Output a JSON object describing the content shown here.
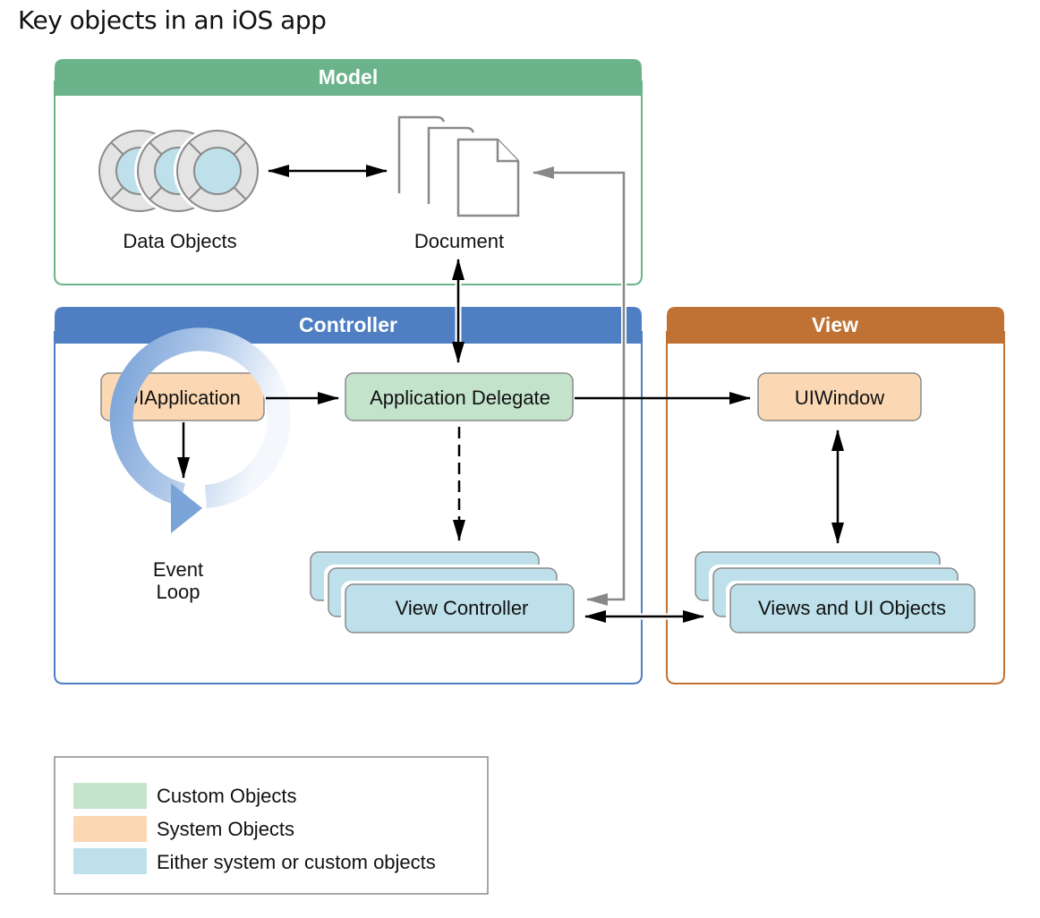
{
  "title": "Key objects in an iOS app",
  "colors": {
    "model": "#6bb38a",
    "controller": "#4f7fc2",
    "view": "#bf7233",
    "custom": "#c3e3cb",
    "system": "#fbd8b3",
    "either": "#bde0ea",
    "arrow": "#000000",
    "secondary_arrow": "#888888"
  },
  "groups": {
    "model": {
      "label": "Model"
    },
    "controller": {
      "label": "Controller"
    },
    "view": {
      "label": "View"
    }
  },
  "nodes": {
    "data_objects": {
      "label": "Data Objects",
      "kind": "icon"
    },
    "document": {
      "label": "Document",
      "kind": "icon"
    },
    "ui_application": {
      "label": "UIApplication",
      "kind": "system"
    },
    "application_delegate": {
      "label": "Application Delegate",
      "kind": "custom"
    },
    "event_loop": {
      "line1": "Event",
      "line2": "Loop"
    },
    "view_controller": {
      "label": "View Controller",
      "kind": "either"
    },
    "ui_window": {
      "label": "UIWindow",
      "kind": "system"
    },
    "views_and_ui_objects": {
      "label": "Views and UI Objects",
      "kind": "either"
    }
  },
  "edges": [
    {
      "from": "data_objects",
      "to": "document",
      "style": "bidirectional"
    },
    {
      "from": "document",
      "to": "application_delegate",
      "style": "bidirectional"
    },
    {
      "from": "ui_application",
      "to": "application_delegate",
      "style": "directed"
    },
    {
      "from": "ui_application",
      "to": "event_loop",
      "style": "directed"
    },
    {
      "from": "application_delegate",
      "to": "ui_window",
      "style": "directed"
    },
    {
      "from": "application_delegate",
      "to": "view_controller",
      "style": "dashed"
    },
    {
      "from": "view_controller",
      "to": "document",
      "style": "secondary"
    },
    {
      "from": "view_controller",
      "to": "views_and_ui_objects",
      "style": "bidirectional"
    },
    {
      "from": "ui_window",
      "to": "views_and_ui_objects",
      "style": "bidirectional"
    }
  ],
  "legend": {
    "items": [
      {
        "label": "Custom Objects",
        "color_key": "custom"
      },
      {
        "label": "System Objects",
        "color_key": "system"
      },
      {
        "label": "Either system or custom objects",
        "color_key": "either"
      }
    ]
  }
}
